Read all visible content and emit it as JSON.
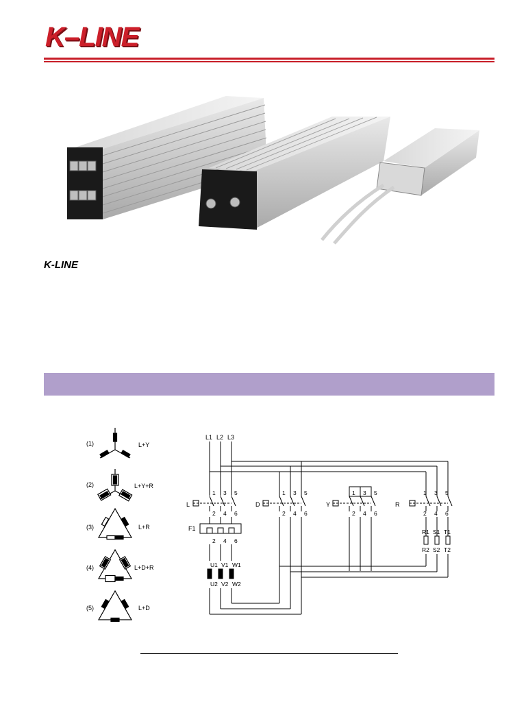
{
  "header": {
    "logo_text": "K–LINE",
    "brand_color": "#cc1f2a"
  },
  "product": {
    "brand_label": "K-LINE"
  },
  "section_band": {
    "color": "#b09fcb",
    "label": ""
  },
  "connections": [
    {
      "index": "(1)",
      "label": "L+Y"
    },
    {
      "index": "(2)",
      "label": "L+Y+R"
    },
    {
      "index": "(3)",
      "label": "L+R"
    },
    {
      "index": "(4)",
      "label": "L+D+R"
    },
    {
      "index": "(5)",
      "label": "L+D"
    }
  ],
  "schematic": {
    "lines": [
      "L1",
      "L2",
      "L3"
    ],
    "contactors": [
      "L",
      "D",
      "Y",
      "R"
    ],
    "top_terminals": [
      "1",
      "3",
      "5"
    ],
    "mid_terminals": [
      "2",
      "4",
      "6"
    ],
    "overload": "F1",
    "motor_top": [
      "U1",
      "V1",
      "W1"
    ],
    "motor_bottom": [
      "U2",
      "V2",
      "W2"
    ],
    "resistor_top": [
      "R1",
      "S1",
      "T1"
    ],
    "resistor_bottom": [
      "R2",
      "S2",
      "T2"
    ]
  }
}
